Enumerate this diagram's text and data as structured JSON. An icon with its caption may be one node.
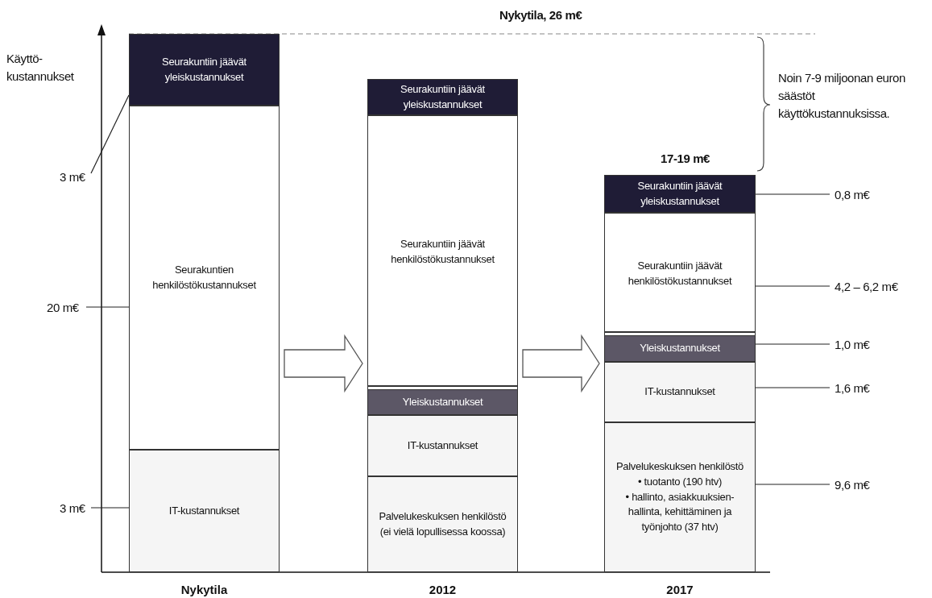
{
  "diagram": {
    "nodes": [
      {
        "text": [
          "Nykytila"
        ]
      },
      {
        "text": [
          "Seurakuntiin jäävät yleiskustannukset"
        ],
        "in": 0
      },
      {
        "text": [
          "Seurakuntien henkilöstökustannukset"
        ],
        "in": 0
      },
      {
        "text": [
          "IT-kustannukset"
        ],
        "in": 0
      },
      {
        "text": [
          "2012"
        ]
      },
      {
        "text": [
          "Seurakuntiin jäävät yleiskustannukset"
        ],
        "in": 4
      },
      {
        "text": [
          "Seurakuntiin jäävät henkilöstökustannukset"
        ],
        "in": 4
      },
      {
        "text": [
          "Yleiskustannukset"
        ],
        "in": 4
      },
      {
        "text": [
          "IT-kustannukset"
        ],
        "in": 4
      },
      {
        "text": [
          "Palvelukeskuksen henkilöstö (ei vielä lopullisessa koossa)"
        ],
        "in": 4
      },
      {
        "text": [
          "2017"
        ]
      },
      {
        "text": [
          "Seurakuntiin jäävät yleiskustannukset"
        ],
        "in": 10
      },
      {
        "text": [
          "Seurakuntiin jäävät henkilöstökustannukset"
        ],
        "in": 10
      },
      {
        "text": [
          "Yleiskustannukset"
        ],
        "in": 10
      },
      {
        "text": [
          "IT-kustannukset"
        ],
        "in": 10
      },
      {
        "text": [
          "Palvelukeskuksen henkilöstö",
          "• tuotanto (190 htv)",
          "• hallinto, asiakkuuksien- hallinta, kehittäminen ja työnjohto (37 htv)"
        ],
        "in": 10
      },
      {
        "text": [
          "3 m€"
        ]
      },
      {
        "text": [
          "20 m€"
        ]
      },
      {
        "text": [
          "3 m€"
        ]
      },
      {
        "text": [
          "0,8 m€"
        ]
      },
      {
        "text": [
          "4,2 – 6,2 m€"
        ]
      },
      {
        "text": [
          "1,0 m€"
        ]
      },
      {
        "text": [
          "1,6 m€"
        ]
      },
      {
        "text": [
          "9,6 m€"
        ]
      }
    ],
    "edges": [
      {
        "from": 0,
        "to": 4,
        "arrow": "to",
        "style": "thick"
      },
      {
        "from": 4,
        "to": 10,
        "arrow": "to",
        "style": "thick"
      },
      {
        "from": 16,
        "to": 1,
        "arrow": "none"
      },
      {
        "from": 17,
        "to": 2,
        "arrow": "none"
      },
      {
        "from": 18,
        "to": 3,
        "arrow": "none"
      },
      {
        "from": 19,
        "to": 11,
        "arrow": "none"
      },
      {
        "from": 20,
        "to": 12,
        "arrow": "none"
      },
      {
        "from": 21,
        "to": 13,
        "arrow": "none"
      },
      {
        "from": 22,
        "to": 14,
        "arrow": "none"
      },
      {
        "from": 23,
        "to": 15,
        "arrow": "none"
      }
    ],
    "labels": [
      "Käyttö- kustannukset",
      "Nykytila, 26 m€",
      "Noin 7-9 miljoonan euron säästöt käyttökustannuksissa.",
      "17-19 m€"
    ]
  }
}
